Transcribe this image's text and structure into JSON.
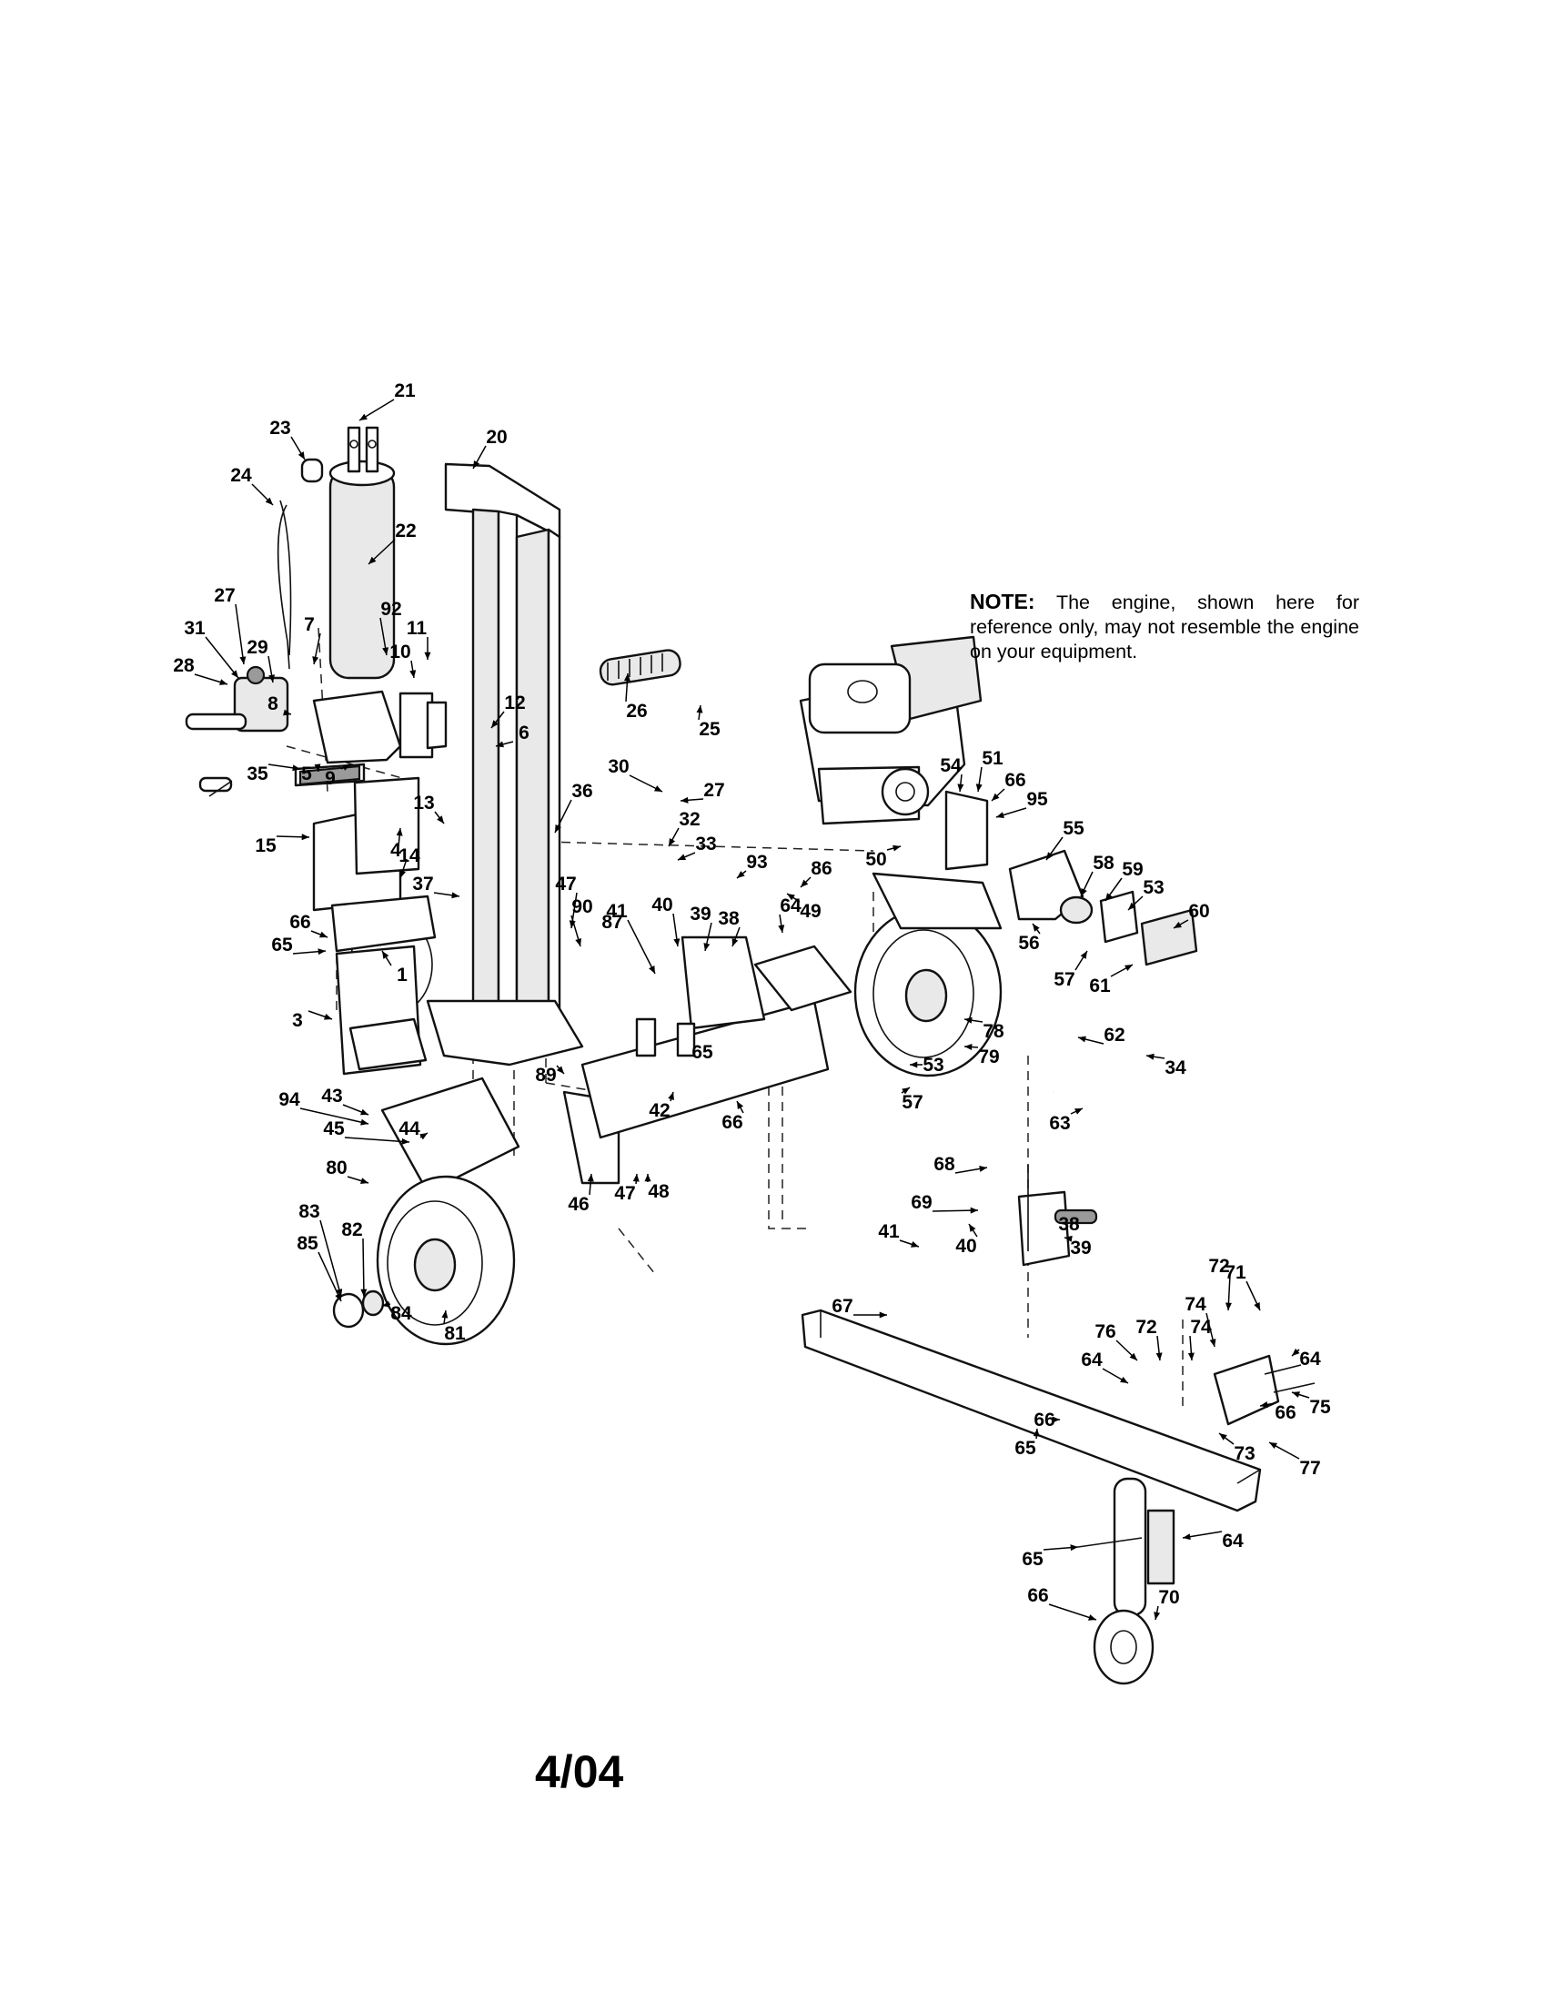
{
  "note": {
    "label": "NOTE:",
    "text": "The engine, shown here for reference only, may not resemble the engine on your equipment."
  },
  "footer": {
    "date": "4/04"
  },
  "callouts": [
    "21",
    "23",
    "20",
    "24",
    "22",
    "27",
    "31",
    "29",
    "7",
    "92",
    "11",
    "28",
    "10",
    "8",
    "12",
    "6",
    "35",
    "5",
    "9",
    "15",
    "14",
    "13",
    "36",
    "30",
    "27",
    "32",
    "33",
    "93",
    "86",
    "49",
    "50",
    "54",
    "51",
    "66",
    "95",
    "55",
    "58",
    "59",
    "53",
    "60",
    "56",
    "57",
    "61",
    "37",
    "4",
    "66",
    "65",
    "3",
    "1",
    "47",
    "90",
    "87",
    "41",
    "40",
    "39",
    "38",
    "64",
    "78",
    "79",
    "62",
    "34",
    "63",
    "89",
    "65",
    "42",
    "53",
    "57",
    "66",
    "43",
    "94",
    "44",
    "45",
    "46",
    "47",
    "48",
    "80",
    "83",
    "82",
    "85",
    "84",
    "81",
    "68",
    "69",
    "38",
    "39",
    "41",
    "40",
    "67",
    "72",
    "71",
    "74",
    "64",
    "76",
    "72",
    "74",
    "66",
    "75",
    "73",
    "77",
    "64",
    "66",
    "65",
    "64",
    "65",
    "66",
    "70",
    "26",
    "25"
  ]
}
